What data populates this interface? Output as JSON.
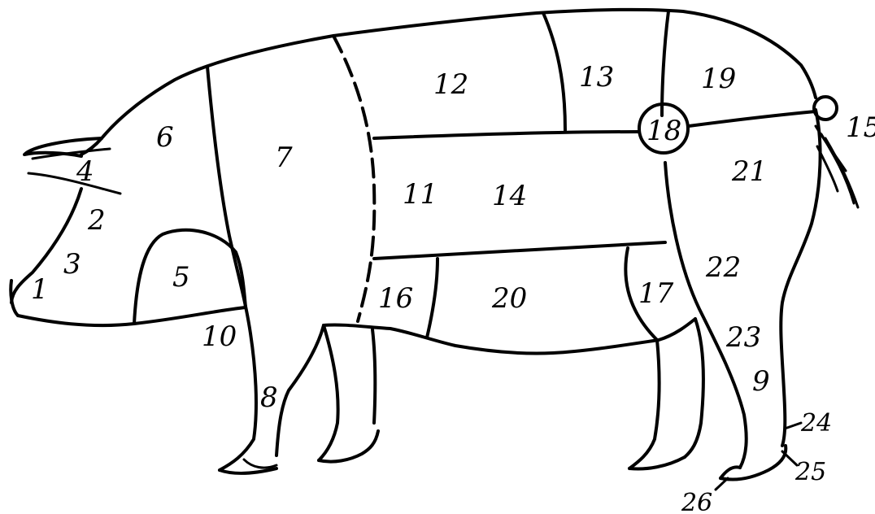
{
  "diagram": {
    "labels": {
      "l1": "1",
      "l2": "2",
      "l3": "3",
      "l4": "4",
      "l5": "5",
      "l6": "6",
      "l7": "7",
      "l8": "8",
      "l9": "9",
      "l10": "10",
      "l11": "11",
      "l12": "12",
      "l13": "13",
      "l14": "14",
      "l15": "15",
      "l16": "16",
      "l17": "17",
      "l18": "18",
      "l19": "19",
      "l20": "20",
      "l21": "21",
      "l22": "22",
      "l23": "23",
      "l24": "24",
      "l25": "25",
      "l26": "26"
    }
  }
}
